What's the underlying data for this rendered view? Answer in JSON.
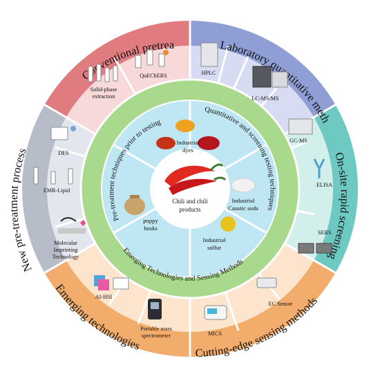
{
  "center": {
    "lines": [
      "Chili and chili",
      "products"
    ]
  },
  "inner_items": {
    "industrial_dyes": [
      "Industrial",
      "dyes"
    ],
    "caustic_soda": [
      "Industrial",
      "Caustic soda"
    ],
    "industrial_sulfur": [
      "Industrial",
      "sulfur"
    ],
    "poppy_husks": [
      "poppy",
      "husks"
    ]
  },
  "middle_ring": {
    "pretreatment_label": "Pre-treatment techniques prior to testing",
    "quantitative_label": "Quantitative and screening testing techniques",
    "emerging_label": "Emerging Technologies and Sensing Methods"
  },
  "outer_sectors": {
    "conventional_pretreatment": "Conventional pretreatment",
    "laboratory_quantitative": "Laboratory quantitative methods",
    "onsite_rapid_screening": "On-site rapid screening method",
    "cutting_edge_sensing": "Cutting-edge sensing methods",
    "emerging_technologies": "Emerging technologies",
    "new_pretreatment": "New pre-treatment process"
  },
  "techniques": {
    "solid_phase": [
      "Solid-phase",
      "extraction"
    ],
    "quechers": "QuEChERS",
    "hplc": "HPLC",
    "lcmsms": "LC-MS/MS",
    "gcms": "GC-MS",
    "elisa": "ELISA",
    "sers": "SERS",
    "ec_sensor": "EC Sensor",
    "mics": "MICS",
    "portable_ms": [
      "Portable mass",
      "spectrometer"
    ],
    "ai_hsi": "AI-HSI",
    "des": "DES",
    "emr_lipid": "EMR-Lipid",
    "mip": [
      "Molecular",
      "Imprinting",
      "Technology"
    ]
  },
  "colors": {
    "conventional": "#e07b7f",
    "laboratory": "#8f9fd6",
    "onsite": "#6fc9c3",
    "cutting_edge": "#f2ad6c",
    "emerging": "#f2ad6c",
    "new_pretreatment": "#b6bcc8",
    "green_ring": "#a9d98c",
    "inner_blue": "#bfe6f3"
  }
}
